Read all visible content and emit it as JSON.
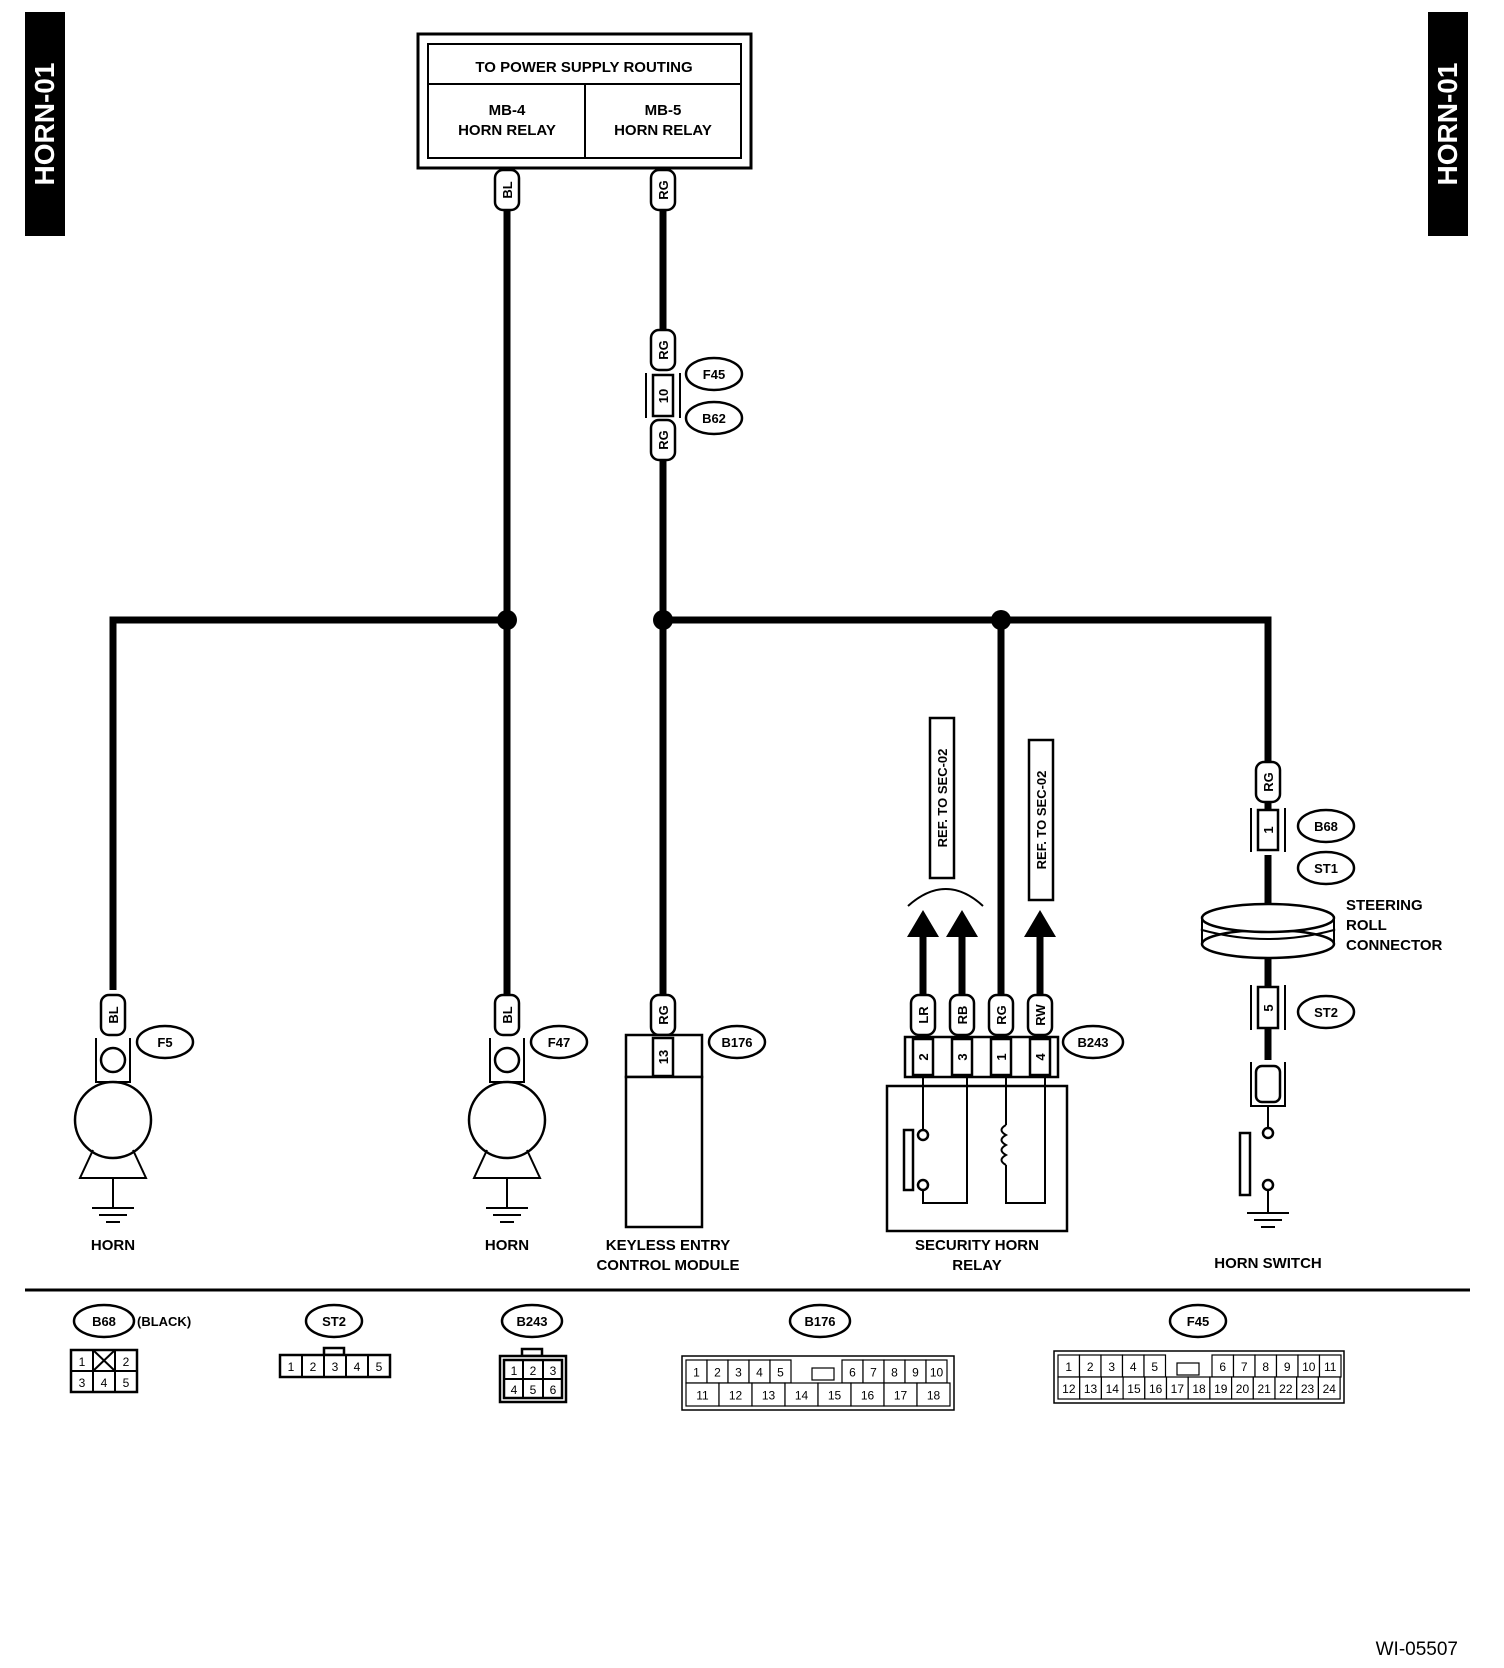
{
  "page_tag": "HORN-01",
  "figure_id": "WI-05507",
  "power_supply": {
    "title": "TO POWER SUPPLY ROUTING",
    "left": {
      "line1": "MB-4",
      "line2": "HORN RELAY"
    },
    "right": {
      "line1": "MB-5",
      "line2": "HORN RELAY"
    }
  },
  "wire_colors": {
    "bl": "BL",
    "rg": "RG",
    "lr": "LR",
    "rb": "RB",
    "rw": "RW"
  },
  "connectors": {
    "f45": "F45",
    "b62": "B62",
    "f5": "F5",
    "f47": "F47",
    "b176": "B176",
    "b243": "B243",
    "b68": "B68",
    "st1": "ST1",
    "st2": "ST2"
  },
  "pins": {
    "f45_b62": "10",
    "b176": "13",
    "b243": [
      "2",
      "3",
      "1",
      "4"
    ],
    "b68_st1": "1",
    "st2": "5"
  },
  "refs": {
    "sec02_a": "REF. TO SEC-02",
    "sec02_b": "REF. TO SEC-02"
  },
  "components": {
    "horn_left": "HORN",
    "horn_right": "HORN",
    "keyless": {
      "line1": "KEYLESS ENTRY",
      "line2": "CONTROL MODULE"
    },
    "security": {
      "line1": "SECURITY HORN",
      "line2": "RELAY"
    },
    "steering": {
      "line1": "STEERING",
      "line2": "ROLL",
      "line3": "CONNECTOR"
    },
    "horn_switch": "HORN SWITCH"
  },
  "legend": {
    "b68_color": "(BLACK)",
    "b68_pins": [
      "1",
      "2",
      "3",
      "4",
      "5"
    ],
    "st2_pins": [
      "1",
      "2",
      "3",
      "4",
      "5"
    ],
    "b243_pins": [
      "1",
      "2",
      "3",
      "4",
      "5",
      "6"
    ],
    "b176_pins": [
      "1",
      "2",
      "3",
      "4",
      "5",
      "6",
      "7",
      "8",
      "9",
      "10",
      "11",
      "12",
      "13",
      "14",
      "15",
      "16",
      "17",
      "18"
    ],
    "f45_pins": [
      "1",
      "2",
      "3",
      "4",
      "5",
      "6",
      "7",
      "8",
      "9",
      "10",
      "11",
      "12",
      "13",
      "14",
      "15",
      "16",
      "17",
      "18",
      "19",
      "20",
      "21",
      "22",
      "23",
      "24"
    ]
  }
}
